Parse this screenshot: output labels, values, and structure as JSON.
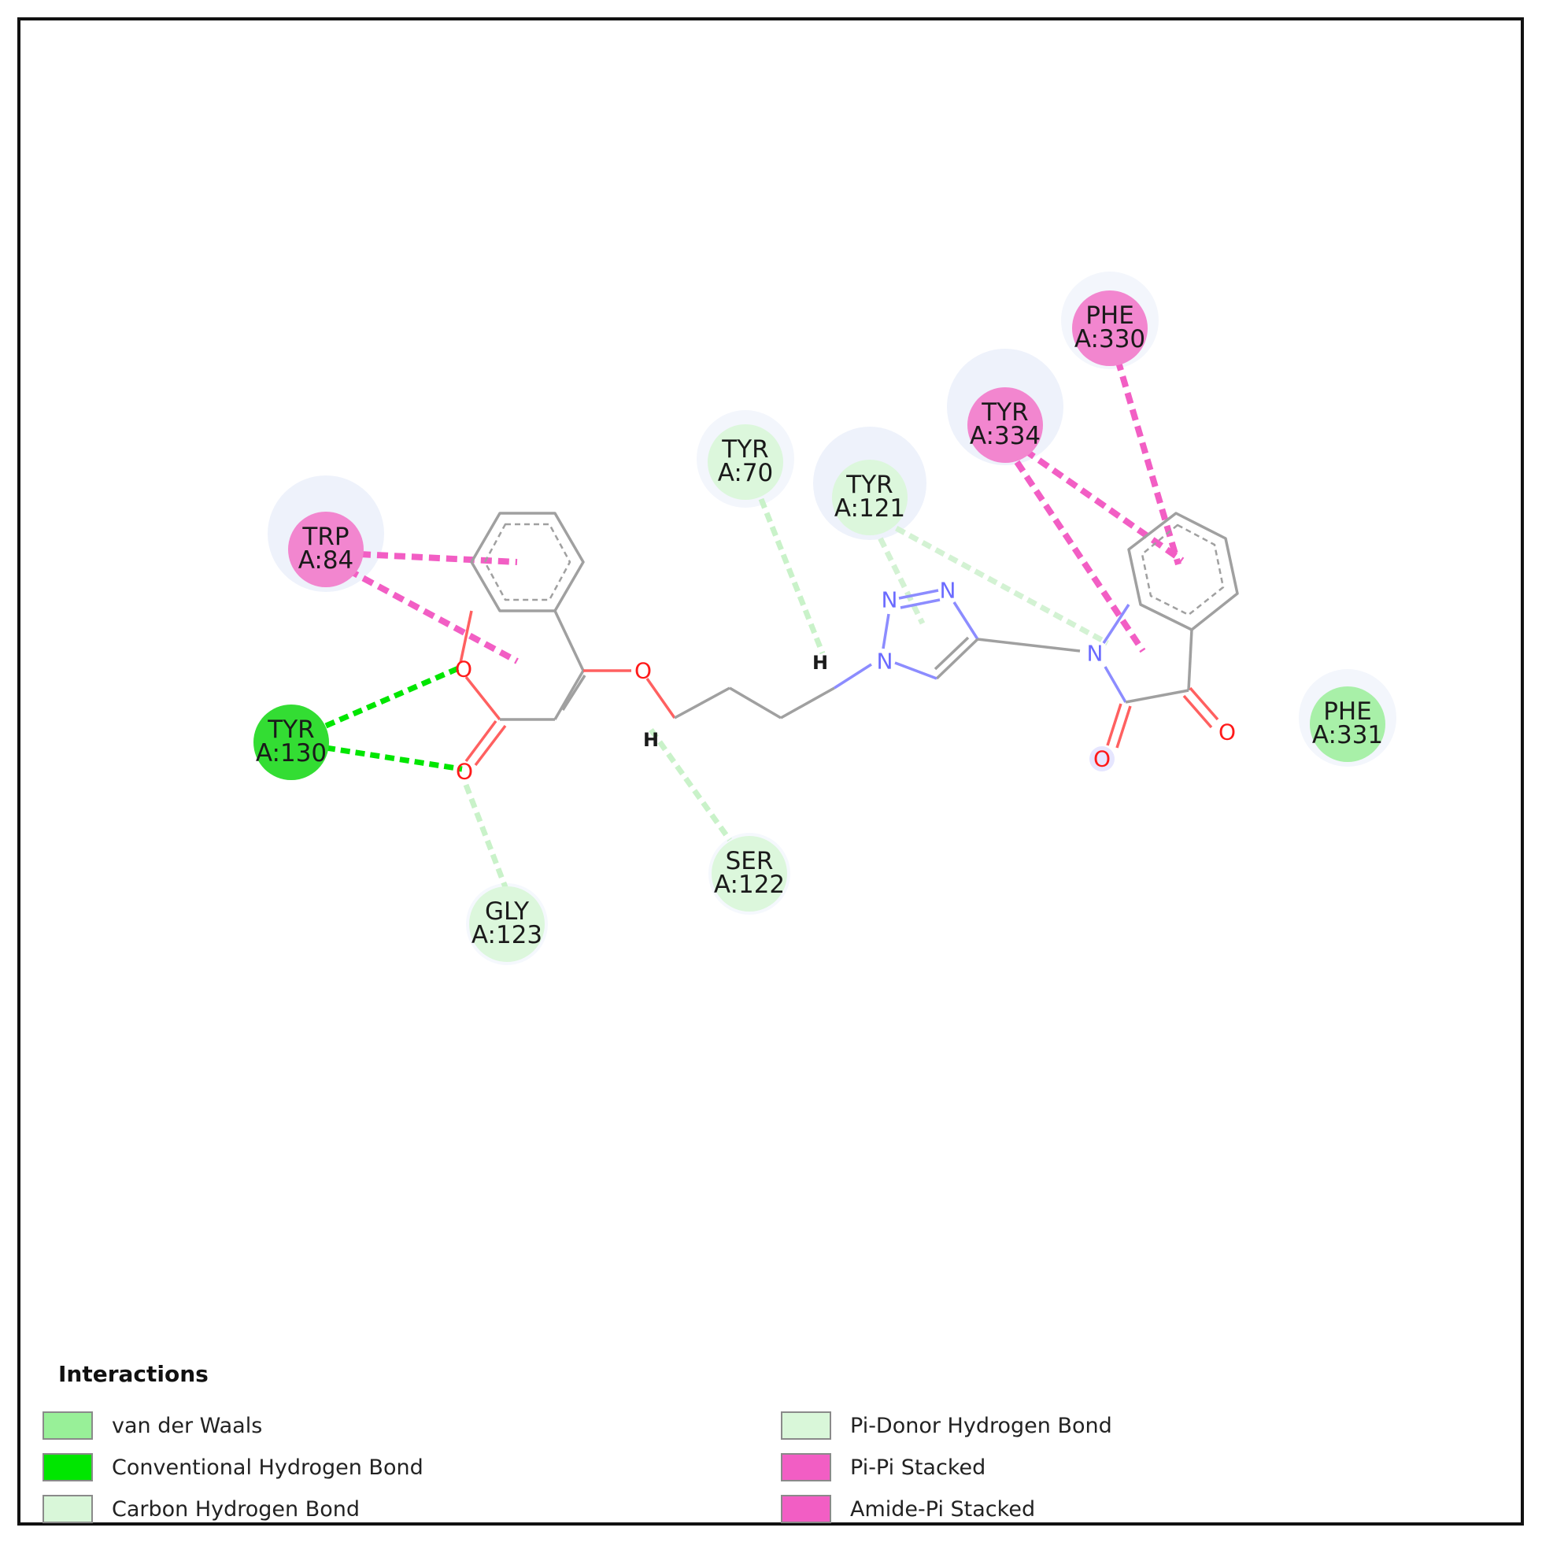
{
  "residues": [
    {
      "name": "TRP",
      "id": "A:84",
      "type": "Pi-Pi Stacked"
    },
    {
      "name": "TYR",
      "id": "A:130",
      "type": "Conventional Hydrogen Bond"
    },
    {
      "name": "GLY",
      "id": "A:123",
      "type": "Carbon Hydrogen Bond"
    },
    {
      "name": "TYR",
      "id": "A:70",
      "type": "Carbon Hydrogen Bond"
    },
    {
      "name": "SER",
      "id": "A:122",
      "type": "Carbon Hydrogen Bond"
    },
    {
      "name": "TYR",
      "id": "A:121",
      "type": "Carbon Hydrogen Bond"
    },
    {
      "name": "TYR",
      "id": "A:334",
      "type": "Pi-Pi Stacked"
    },
    {
      "name": "PHE",
      "id": "A:330",
      "type": "Pi-Pi Stacked"
    },
    {
      "name": "PHE",
      "id": "A:331",
      "type": "van der Waals"
    }
  ],
  "atoms": {
    "oxygen": "O",
    "nitrogen": "N",
    "hydrogen": "H"
  },
  "legend": {
    "title": "Interactions",
    "items": [
      {
        "label": "van der Waals",
        "color": "#98f098"
      },
      {
        "label": "Conventional Hydrogen Bond",
        "color": "#00e600"
      },
      {
        "label": "Carbon Hydrogen Bond",
        "color": "#d9f7d9"
      },
      {
        "label": "Pi-Donor Hydrogen Bond",
        "color": "#d9f7d9"
      },
      {
        "label": "Pi-Pi Stacked",
        "color": "#f25ec4"
      },
      {
        "label": "Amide-Pi Stacked",
        "color": "#f25ec4"
      }
    ]
  },
  "colors": {
    "bond": "#a0a0a0",
    "oxygen": "#ff1a1a",
    "nitrogen": "#6b6bff",
    "pi": "#f25ec4",
    "hbond": "#00e600",
    "carbon_hbond": "#c9f2c9",
    "vdw": "#98f098"
  }
}
